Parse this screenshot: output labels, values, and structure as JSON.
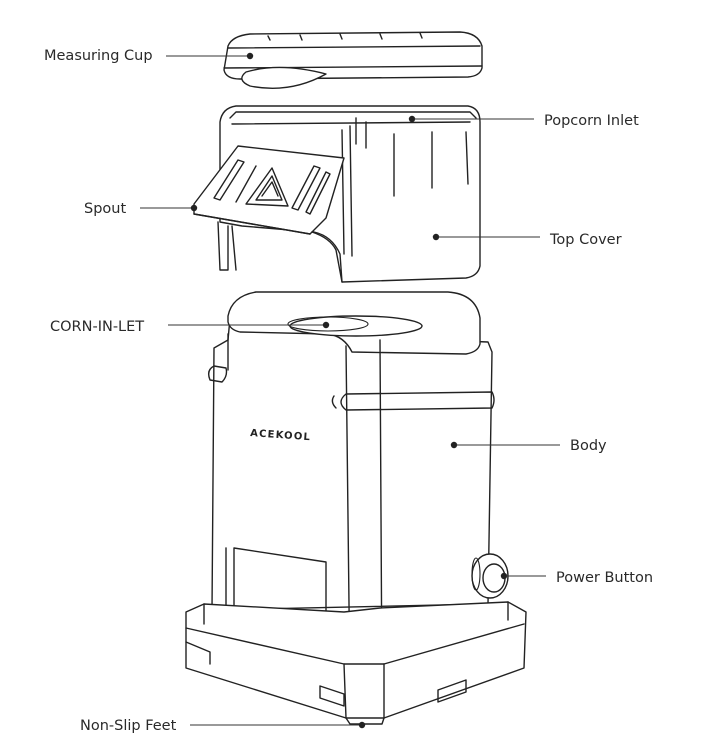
{
  "brand": "ACEKOOL",
  "labels": {
    "measuring_cup": "Measuring Cup",
    "popcorn_inlet": "Popcorn Inlet",
    "spout": "Spout",
    "top_cover": "Top Cover",
    "corn_in_let": "CORN-IN-LET",
    "body": "Body",
    "power_button": "Power Button",
    "non_slip_feet": "Non-Slip Feet"
  }
}
